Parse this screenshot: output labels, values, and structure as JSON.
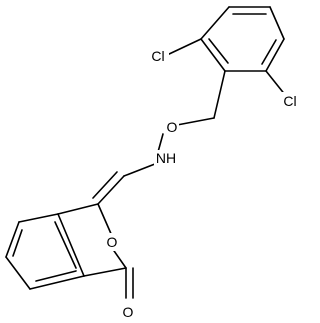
{
  "molecule": {
    "atoms": {
      "cl1": "Cl",
      "cl2": "Cl",
      "o_ether": "O",
      "nh": "NH",
      "o_ring": "O",
      "o_carbonyl": "O"
    },
    "colors": {
      "bond": "#000000",
      "label": "#000000",
      "background": "#ffffff"
    }
  }
}
